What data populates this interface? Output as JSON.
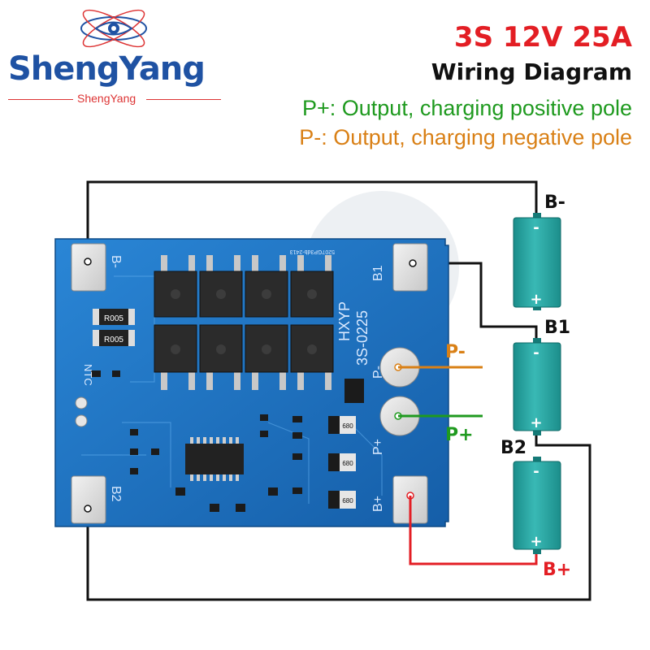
{
  "brand": {
    "name": "ShengYang",
    "sub": "ShengYang"
  },
  "header": {
    "title": "3S 12V 25A",
    "subtitle": "Wiring Diagram",
    "pplus_desc": "P+: Output, charging positive pole",
    "pminus_desc": "P-: Output, charging negative pole"
  },
  "board": {
    "pads": {
      "bminus": "B-",
      "b1": "B1",
      "b2": "B2",
      "bplus": "B+",
      "pminus": "P-",
      "pplus": "P+"
    },
    "model_line1": "HXYP",
    "model_line2": "3S-0225",
    "ntc": "NTC",
    "resistor1": "R005",
    "resistor2": "R005",
    "cap1": "680",
    "cap2": "680",
    "cap3": "680",
    "serial": "5207GP3db-2413"
  },
  "wiring_labels": {
    "bminus": "B-",
    "b1": "B1",
    "b2": "B2",
    "bplus": "B+",
    "pminus": "P-",
    "pplus": "P+"
  },
  "battery": {
    "minus": "-",
    "plus": "+"
  },
  "colors": {
    "title": "#e31e24",
    "pplus": "#1f9a1f",
    "pminus": "#d98016",
    "bplus_wire": "#e31e24",
    "board": "#1f6fc0",
    "cell": "#2aa6a3",
    "brand": "#1f52a3"
  }
}
